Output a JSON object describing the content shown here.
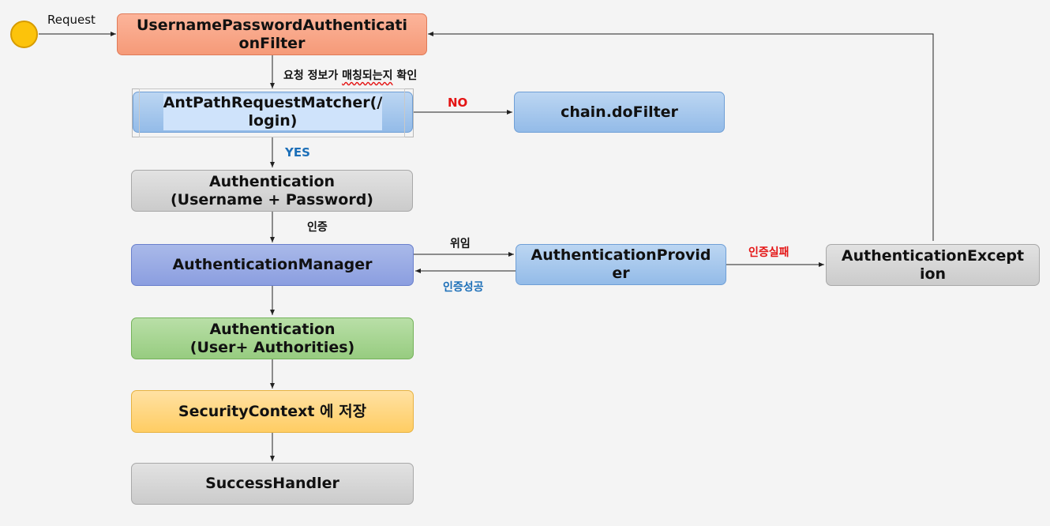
{
  "start": {
    "label": "Request"
  },
  "nodes": {
    "filter": "UsernamePasswordAuthenticati\nonFilter",
    "matcher": "AntPathRequestMatcher(/\nlogin)",
    "chain": "chain.doFilter",
    "auth_token": "Authentication\n(Username + Password)",
    "manager": "AuthenticationManager",
    "provider": "AuthenticationProvid\ner",
    "exception": "AuthenticationExcept\nion",
    "auth_result": "Authentication\n(User+ Authorities)",
    "context": "SecurityContext 에 저장",
    "success": "SuccessHandler"
  },
  "edges": {
    "check_prefix": "요청 정보가 ",
    "check_squiggle": "매칭되는지",
    "check_suffix": " 확인",
    "no": "NO",
    "yes": "YES",
    "authenticate": "인증",
    "delegate": "위임",
    "auth_success": "인증성공",
    "auth_fail": "인증실패"
  },
  "colors": {
    "filter": "#f59a78",
    "matcher": "#93bbe8",
    "chain": "#93bbe8",
    "auth_token": "#cbcbcb",
    "manager": "#8b9ee0",
    "provider": "#93bbe8",
    "exception": "#cbcbcb",
    "auth_result": "#97cc80",
    "context": "#ffcd63",
    "success": "#cbcbcb",
    "no_label": "#e41414",
    "yes_label": "#1c6fb8"
  }
}
